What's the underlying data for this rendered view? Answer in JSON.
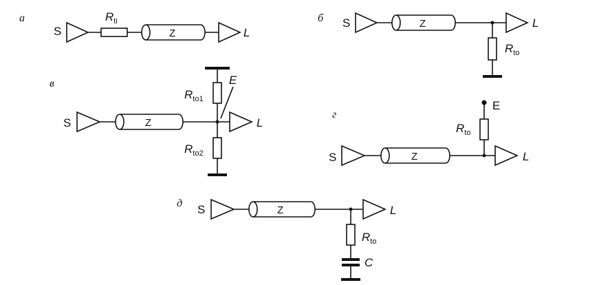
{
  "panels": {
    "a": {
      "letter": "а",
      "source": "S",
      "load": "L",
      "resistor": {
        "main": "R",
        "sub": "ti"
      },
      "line": "Z"
    },
    "b": {
      "letter": "б",
      "source": "S",
      "load": "L",
      "resistor": {
        "main": "R",
        "sub": "to"
      },
      "line": "Z"
    },
    "v": {
      "letter": "в",
      "source": "S",
      "load": "L",
      "resistor1": {
        "main": "R",
        "sub": "to1"
      },
      "resistor2": {
        "main": "R",
        "sub": "to2"
      },
      "supply": "E",
      "line": "Z"
    },
    "g": {
      "letter": "г",
      "source": "S",
      "load": "L",
      "resistor": {
        "main": "R",
        "sub": "to"
      },
      "supply": "E",
      "line": "Z"
    },
    "d": {
      "letter": "д",
      "source": "S",
      "load": "L",
      "resistor": {
        "main": "R",
        "sub": "to"
      },
      "capacitor": "C",
      "line": "Z"
    }
  }
}
